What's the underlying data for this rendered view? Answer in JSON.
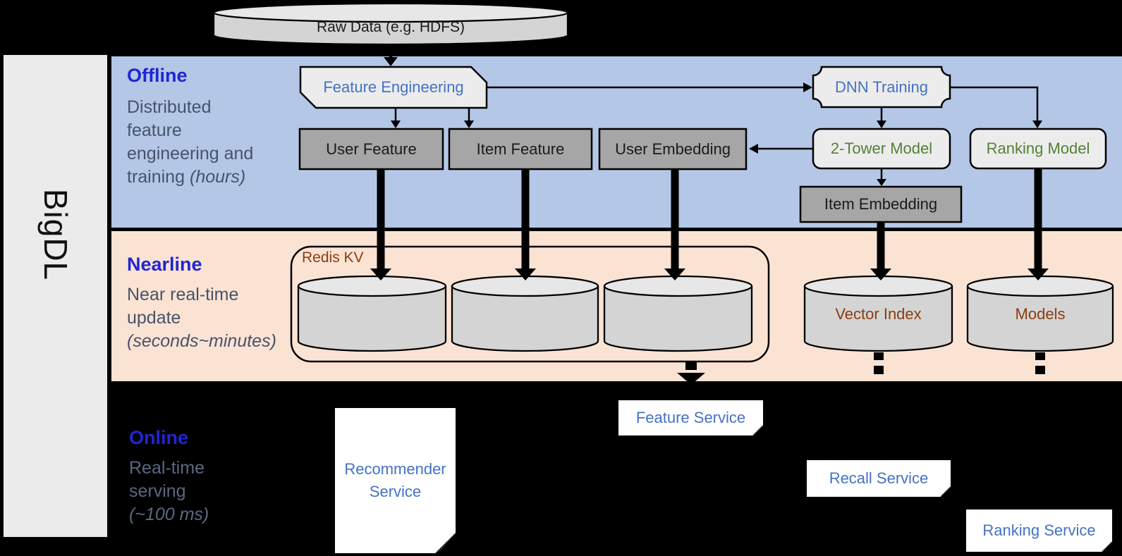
{
  "brand": {
    "label": "BigDL"
  },
  "colors": {
    "band_blue": "#b4c7e7",
    "band_orange": "#fbe3d3",
    "bar_gray": "#ebebeb",
    "header_blue": "#2026d2",
    "node_blue": "#4472c4",
    "node_green": "#548235",
    "node_brown": "#8c3c10",
    "desc_band": "#47536b",
    "desc_black": "#5b6880",
    "box_light": "#ececec",
    "box_dark": "#a6a6a6",
    "cyl_body": "#d4d4d4",
    "cyl_top": "#e7e7e7"
  },
  "raw_data": {
    "label": "Raw Data (e.g. HDFS)"
  },
  "sections": {
    "offline": {
      "title": "Offline",
      "desc_lines": [
        "Distributed",
        "feature",
        "engineering and"
      ],
      "desc_tail": "training",
      "desc_tail_italic": "(hours)"
    },
    "nearline": {
      "title": "Nearline",
      "desc_lines": [
        "Near real-time",
        "update"
      ],
      "desc_italic": "(seconds~minutes)"
    },
    "online": {
      "title": "Online",
      "desc_lines": [
        "Real-time",
        "serving"
      ],
      "desc_italic": "(~100 ms)"
    }
  },
  "offline_nodes": {
    "feature_engineering": "Feature Engineering",
    "dnn_training": "DNN Training",
    "user_feature": "User Feature",
    "item_feature": "Item Feature",
    "user_embedding": "User Embedding",
    "two_tower_model": "2-Tower Model",
    "ranking_model": "Ranking Model",
    "item_embedding": "Item Embedding"
  },
  "nearline_nodes": {
    "redis_kv": "Redis KV",
    "vector_index": "Vector Index",
    "models": "Models"
  },
  "online_nodes": {
    "recommender_service": "Recommender Service",
    "feature_service": "Feature Service",
    "recall_service": "Recall Service",
    "ranking_service": "Ranking Service"
  }
}
